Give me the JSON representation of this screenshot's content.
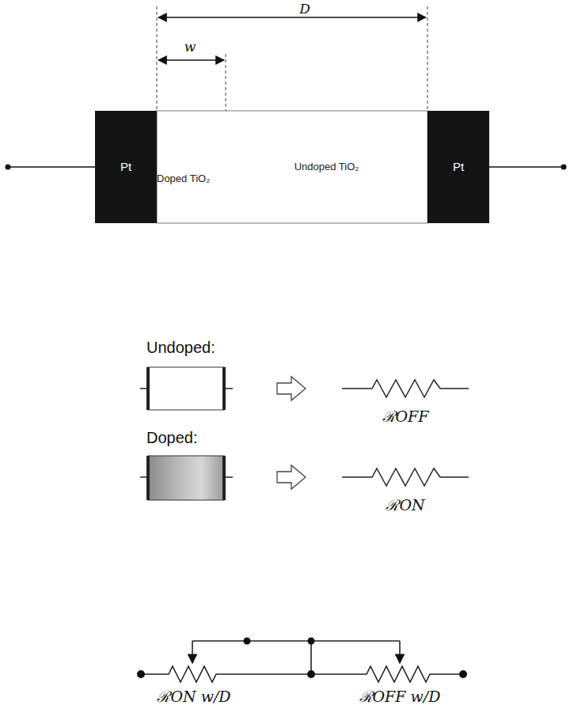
{
  "diagram": {
    "nodes": [
      {
        "text": [
          "Pt"
        ]
      },
      {
        "text": [
          "Doped TiO₂"
        ]
      },
      {
        "text": [
          "Undoped TiO₂"
        ]
      },
      {
        "text": [
          "Pt"
        ]
      }
    ],
    "labels": [
      "D",
      "w",
      "Undoped:",
      "ℛOFF",
      "Doped:",
      "ℛON",
      "ℛON w/D",
      "ℛOFF w/D"
    ]
  }
}
